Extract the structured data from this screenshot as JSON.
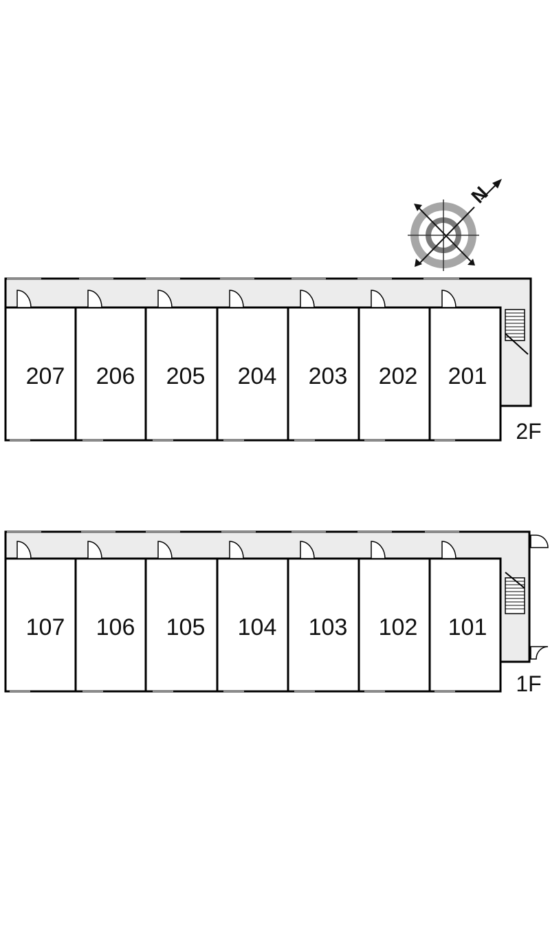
{
  "compass": {
    "north_label": "N",
    "icon": "north-compass-icon"
  },
  "floors": [
    {
      "id": "2F",
      "label": "2F",
      "units": [
        "207",
        "206",
        "205",
        "204",
        "203",
        "202",
        "201"
      ]
    },
    {
      "id": "1F",
      "label": "1F",
      "units": [
        "107",
        "106",
        "105",
        "104",
        "103",
        "102",
        "101"
      ]
    }
  ],
  "colors": {
    "wall": "#000000",
    "corridor_fill": "#ececec",
    "window": "#888888",
    "compass_ring": "#999999",
    "compass_inner": "#777777"
  }
}
